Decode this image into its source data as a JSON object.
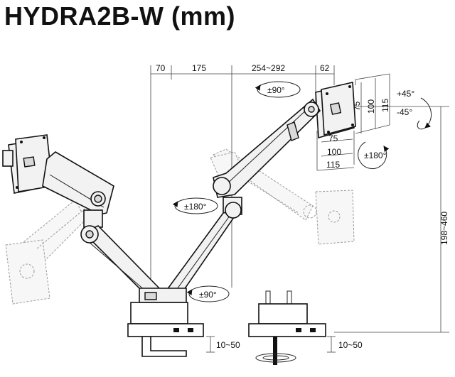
{
  "title": "HYDRA2B-W (mm)",
  "dimensions": {
    "top_segments": [
      "70",
      "175",
      "254~292",
      "62"
    ],
    "vesa_vertical": [
      "75",
      "100",
      "115"
    ],
    "vesa_horizontal": [
      "75",
      "100",
      "115"
    ],
    "height_range": "198~460",
    "clamp_left": "10~50",
    "clamp_right": "10~50"
  },
  "rotations": {
    "tilt_up": "+45°",
    "tilt_down": "-45°",
    "swivel_top": "±90°",
    "rotate_plate": "±180°",
    "rotate_mid": "±180°",
    "swivel_bottom": "±90°"
  }
}
